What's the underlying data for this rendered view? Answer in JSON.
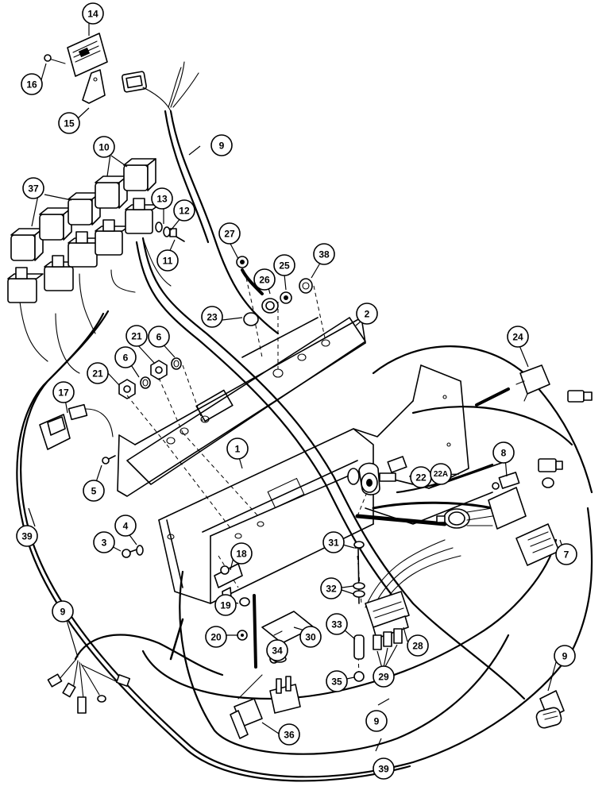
{
  "diagram": {
    "callouts": [
      {
        "id": "c1",
        "label": "1"
      },
      {
        "id": "c2",
        "label": "2"
      },
      {
        "id": "c3",
        "label": "3"
      },
      {
        "id": "c4",
        "label": "4"
      },
      {
        "id": "c5",
        "label": "5"
      },
      {
        "id": "c6a",
        "label": "6"
      },
      {
        "id": "c6b",
        "label": "6"
      },
      {
        "id": "c7",
        "label": "7"
      },
      {
        "id": "c8",
        "label": "8"
      },
      {
        "id": "c9a",
        "label": "9"
      },
      {
        "id": "c9b",
        "label": "9"
      },
      {
        "id": "c9c",
        "label": "9"
      },
      {
        "id": "c9d",
        "label": "9"
      },
      {
        "id": "c10",
        "label": "10"
      },
      {
        "id": "c11",
        "label": "11"
      },
      {
        "id": "c12",
        "label": "12"
      },
      {
        "id": "c13",
        "label": "13"
      },
      {
        "id": "c14",
        "label": "14"
      },
      {
        "id": "c15",
        "label": "15"
      },
      {
        "id": "c16",
        "label": "16"
      },
      {
        "id": "c17",
        "label": "17"
      },
      {
        "id": "c18",
        "label": "18"
      },
      {
        "id": "c19",
        "label": "19"
      },
      {
        "id": "c20",
        "label": "20"
      },
      {
        "id": "c21a",
        "label": "21"
      },
      {
        "id": "c21b",
        "label": "21"
      },
      {
        "id": "c22",
        "label": "22"
      },
      {
        "id": "c22a",
        "label": "22A"
      },
      {
        "id": "c23",
        "label": "23"
      },
      {
        "id": "c24",
        "label": "24"
      },
      {
        "id": "c25",
        "label": "25"
      },
      {
        "id": "c26",
        "label": "26"
      },
      {
        "id": "c27",
        "label": "27"
      },
      {
        "id": "c28",
        "label": "28"
      },
      {
        "id": "c29",
        "label": "29"
      },
      {
        "id": "c30",
        "label": "30"
      },
      {
        "id": "c31",
        "label": "31"
      },
      {
        "id": "c32",
        "label": "32"
      },
      {
        "id": "c33",
        "label": "33"
      },
      {
        "id": "c34",
        "label": "34"
      },
      {
        "id": "c35",
        "label": "35"
      },
      {
        "id": "c36",
        "label": "36"
      },
      {
        "id": "c37",
        "label": "37"
      },
      {
        "id": "c38",
        "label": "38"
      },
      {
        "id": "c39a",
        "label": "39"
      },
      {
        "id": "c39b",
        "label": "39"
      }
    ]
  }
}
